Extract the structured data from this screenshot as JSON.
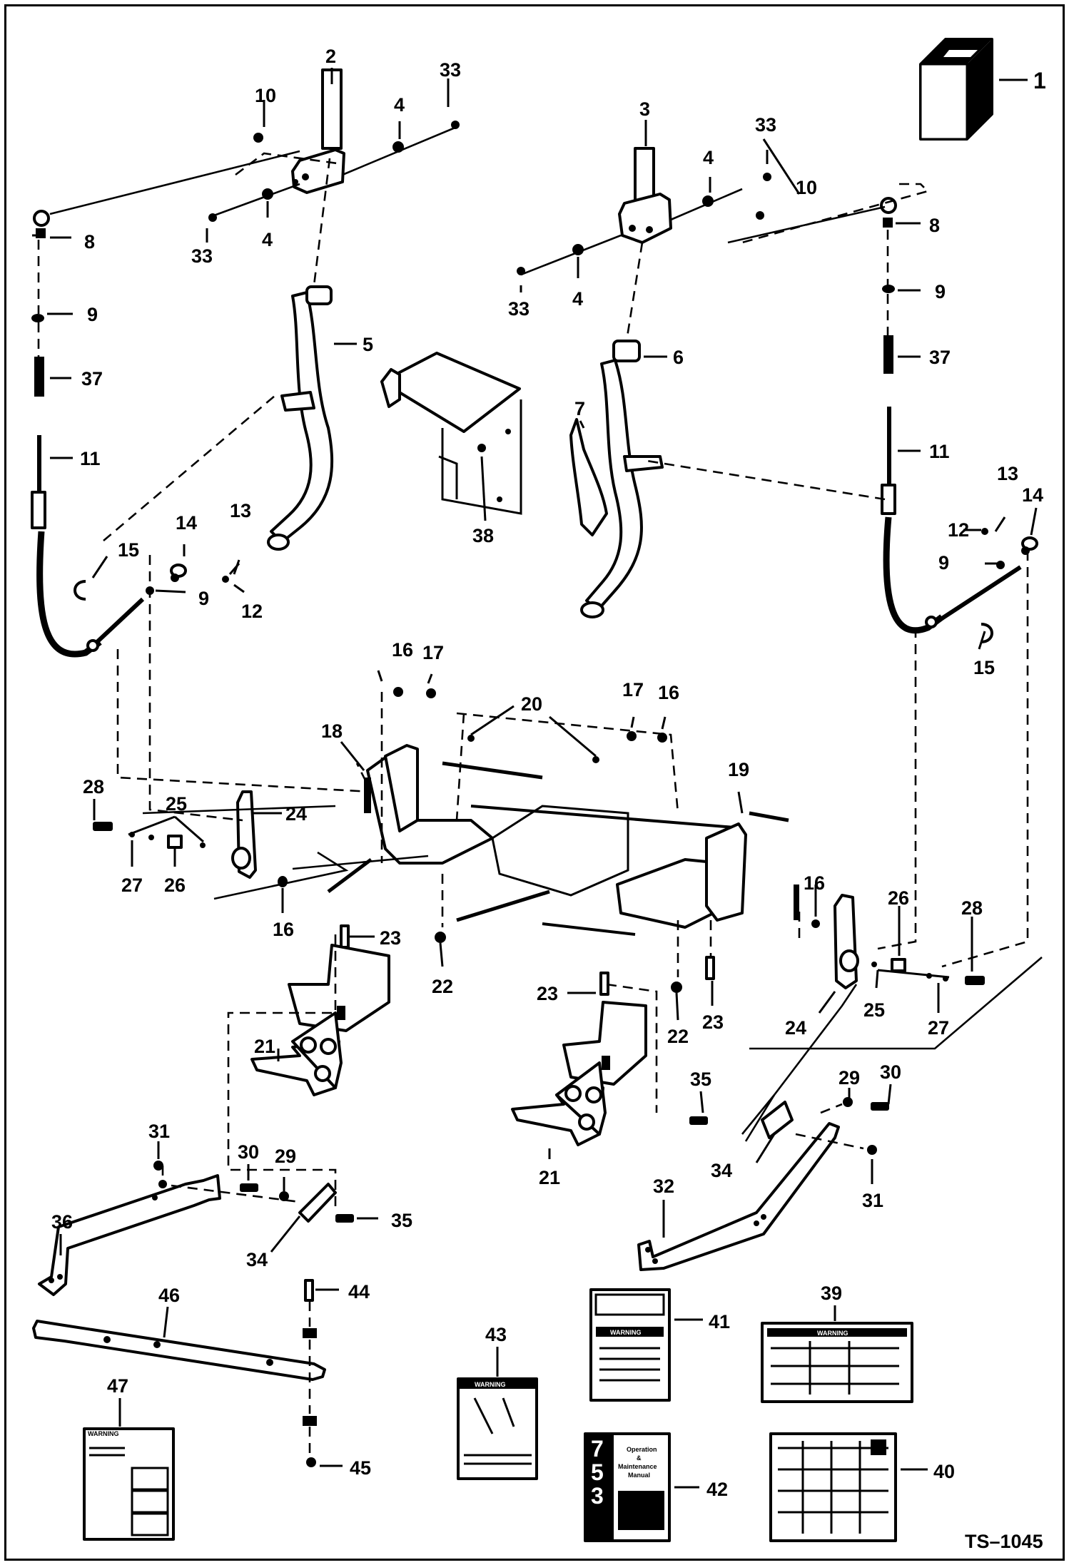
{
  "diagram": {
    "drawing_number": "TS–1045",
    "callouts": [
      "1",
      "2",
      "3",
      "4",
      "5",
      "6",
      "7",
      "8",
      "9",
      "10",
      "11",
      "12",
      "13",
      "14",
      "15",
      "16",
      "17",
      "18",
      "19",
      "20",
      "21",
      "22",
      "23",
      "24",
      "25",
      "26",
      "27",
      "28",
      "29",
      "30",
      "31",
      "32",
      "33",
      "34",
      "35",
      "36",
      "37",
      "38",
      "39",
      "40",
      "41",
      "42",
      "43",
      "44",
      "45",
      "46",
      "47"
    ],
    "decal_text": {
      "warning": "WARNING",
      "manual_words": [
        "Operation",
        "&",
        "Maintenance",
        "Manual"
      ],
      "manual_model": [
        "7",
        "5",
        "3"
      ]
    }
  }
}
